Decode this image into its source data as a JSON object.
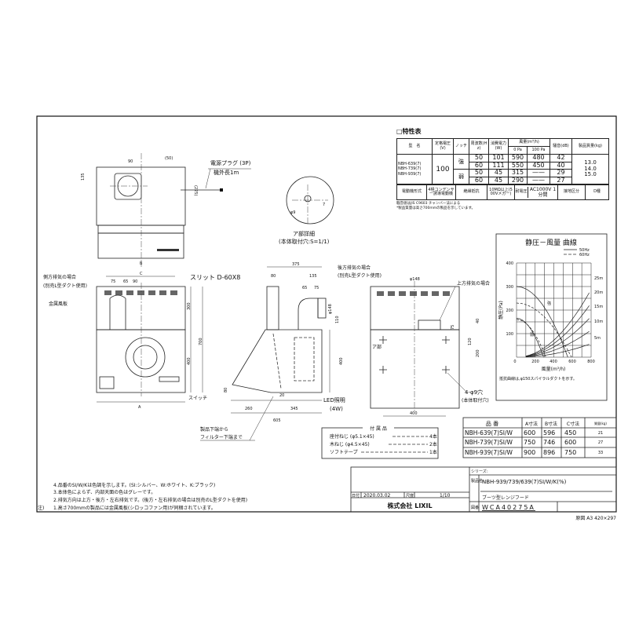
{
  "spec_table": {
    "title": "□特性表",
    "headers": [
      "型　名",
      "定格電圧(V)",
      "ノッチ",
      "周波数(Hz)",
      "消費電力(W)",
      "風量(m³/h)",
      "騒音(dB)",
      "製品質量(kg)"
    ],
    "airflow_sub": [
      "0 Pa",
      "100 Pa"
    ],
    "models": [
      "NBH-639(7)",
      "NBH-739(7)",
      "NBH-939(7)"
    ],
    "voltage": "100",
    "rows": [
      {
        "notch": "強",
        "hz": "50",
        "w": "101",
        "pa0": "590",
        "pa100": "480",
        "db": "42"
      },
      {
        "notch": "",
        "hz": "60",
        "w": "111",
        "pa0": "550",
        "pa100": "450",
        "db": "40"
      },
      {
        "notch": "弱",
        "hz": "50",
        "w": "45",
        "pa0": "315",
        "pa100": "——",
        "db": "29"
      },
      {
        "notch": "",
        "hz": "60",
        "w": "45",
        "pa0": "290",
        "pa100": "——",
        "db": "27"
      }
    ],
    "weights": [
      "13.0",
      "14.0",
      "15.0"
    ],
    "bottom_row": [
      "電動機形式",
      "4極コンデンサー誘導電動機",
      "絶縁抵抗",
      "10MΩ以上(500Vメガー)",
      "耐電圧",
      "AC1000V 1分間",
      "接地区分",
      "D種"
    ],
    "notes": [
      "騒音値はJIS C9603 チャンバー法による",
      "*製品質量は高さ700mmの製品を示しています。"
    ]
  },
  "graph": {
    "title": "静圧－風量 曲線",
    "legend": [
      "50Hz",
      "60Hz"
    ],
    "ylabel": "静圧(Pa)",
    "xlabel": "風量(m³/h)",
    "yticks": [
      "0",
      "100",
      "200",
      "300",
      "400"
    ],
    "xticks": [
      "200",
      "400",
      "600",
      "800"
    ],
    "duct_labels": [
      "25m",
      "20m",
      "15m",
      "10m",
      "5m"
    ],
    "curve_labels": [
      "強",
      "弱"
    ],
    "note": "抵抗曲線は,φ150スパイラルダクトを示す。"
  },
  "drawing_labels": {
    "power_plug": "電源プラグ (3P)",
    "cord_length": "機外長1m",
    "side_exhaust": "側方排気の場合",
    "l_duct": "(別売L型ダクト使用)",
    "metal_plate": "金属風板",
    "slit": "スリット D-60X8",
    "switch": "スイッチ",
    "rear_exhaust": "後方排気の場合",
    "rear_l_duct": "(別売L型ダクト使用)",
    "top_exhaust": "上方排気の場合",
    "led": "LED照明",
    "led_w": "(4W)",
    "filter1": "製品下端から",
    "filter2": "フィルター下端まで",
    "holes": "4-φ9穴",
    "holes_sub": "(本体取付穴)",
    "detail_a": "ア部詳細",
    "detail_scale": "(本体取付穴:S=1/1)",
    "a_part": "ア部",
    "dims": {
      "d90": "90",
      "d50": "(50)",
      "d135": "135",
      "d225": "(225)",
      "dB": "B",
      "dC": "C",
      "d75": "75",
      "d65": "65",
      "d90b": "90",
      "d300": "300",
      "d700": "700",
      "d400": "400",
      "dA": "A",
      "d375": "375",
      "d80": "80",
      "d135b": "135",
      "d65b": "65",
      "d75b": "75",
      "d148": "φ148",
      "d110": "110",
      "d400b": "400",
      "d80b": "80",
      "d260": "260",
      "d345": "345",
      "d605": "605",
      "d20": "20",
      "dphi148": "φ148",
      "d40": "40",
      "d75c": "75",
      "d120": "120",
      "d200": "200",
      "d400c": "400",
      "d7": "7",
      "d98": "φ9"
    }
  },
  "accessories": {
    "title": "付 属 品",
    "items": [
      {
        "name": "座付ねじ (φ5.1×45)",
        "qty": "4本"
      },
      {
        "name": "木ねじ (φ4.5×45)",
        "qty": "2本"
      },
      {
        "name": "ソフトテープ",
        "qty": "1本"
      }
    ]
  },
  "product_table": {
    "headers": [
      "品 番",
      "A寸法",
      "B寸法",
      "C寸法",
      "質量(kg)"
    ],
    "rows": [
      [
        "NBH-639(7)SI/W",
        "600",
        "596",
        "450",
        "21"
      ],
      [
        "NBH-739(7)SI/W",
        "750",
        "746",
        "600",
        "27"
      ],
      [
        "NBH-939(7)SI/W",
        "900",
        "896",
        "750",
        "33"
      ]
    ]
  },
  "notes": {
    "prefix": "注)",
    "items": [
      "4.品番のSI/W/Kは色調を示します。(SI:シルバー、W:ホワイト、K:ブラック)",
      "3.本体色によらず、内部天面の色はグレーです。",
      "2.排気方向は上方・後方・左右排気です。(後方・左右排気の場合は別売のL型ダクトを使用)",
      "1.高さ700mmの製品には金属風板(シロッコファン用)が同梱されています。"
    ]
  },
  "title_block": {
    "series_label": "シリーズ:",
    "product_name_label": "製品名",
    "model": "NBH-939/739/639(7)SI/W/K(%)",
    "product_type": "ブーツ型レンジフード",
    "date_label": "日付",
    "date": "2020.03.02",
    "scale_label": "尺度",
    "scale": "1/10",
    "company": "株式会社 LIXIL",
    "drawing_no_label": "図番",
    "drawing_no": "WCA40275A",
    "paper": "原図 A3 420×297"
  }
}
